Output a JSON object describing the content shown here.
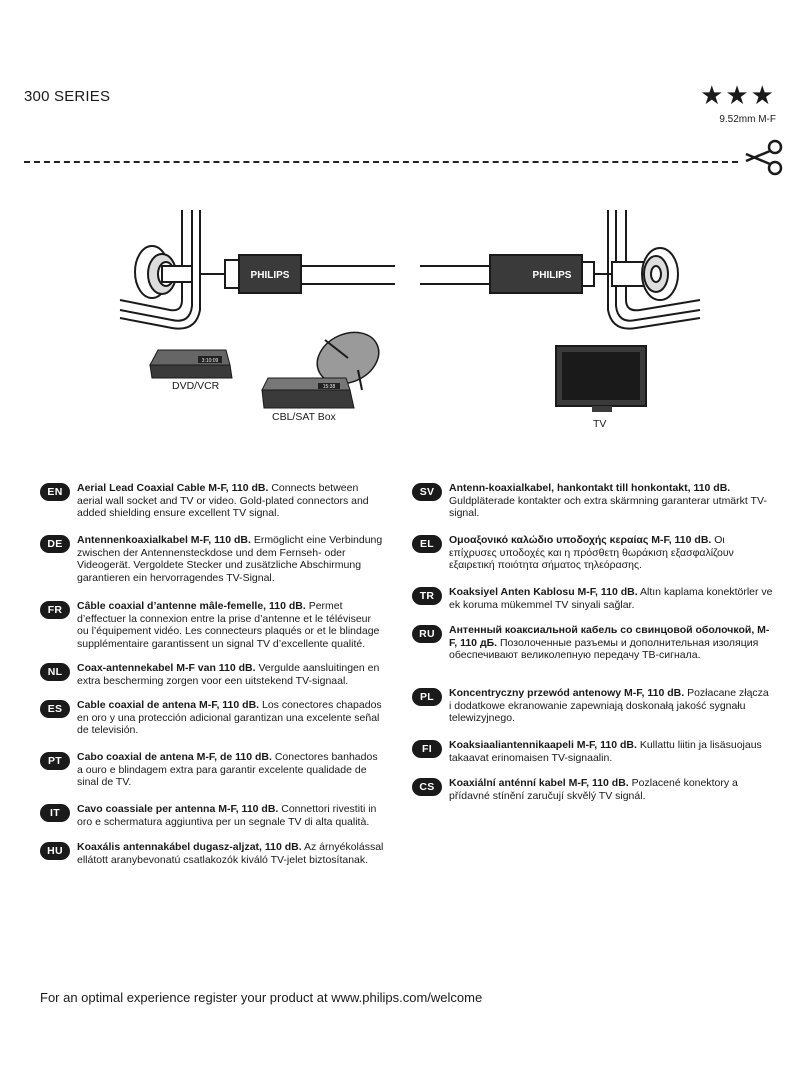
{
  "header": {
    "series": "300 SERIES",
    "rating_stars": "★★★",
    "spec": "9.52mm M-F"
  },
  "illustration": {
    "brand_plug": "PHILIPS",
    "devices": {
      "dvd": "DVD/VCR",
      "dvd_display": "3:10:09",
      "box": "CBL/SAT Box",
      "box_display": "15:38",
      "tv": "TV"
    }
  },
  "left_entries": [
    {
      "code": "EN",
      "title": "Aerial Lead Coaxial Cable M-F, 110 dB.",
      "text": "Connects between aerial wall socket and TV or video. Gold-plated connectors and added shielding ensure excellent TV signal."
    },
    {
      "code": "DE",
      "title": "Antennenkoaxialkabel M-F, 110 dB.",
      "text": "Ermöglicht eine Verbindung zwischen der Antennensteckdose und dem Fernseh- oder Videogerät. Vergoldete Stecker und zusätzliche Abschirmung garantieren ein hervorragendes TV-Signal."
    },
    {
      "code": "FR",
      "title": "Câble coaxial d’antenne mâle-femelle, 110 dB.",
      "text": "Permet d’effectuer la connexion entre la prise d’antenne et le téléviseur ou l’équipement vidéo. Les connecteurs plaqués or et le blindage supplémentaire garantissent un signal TV d’excellente qualité."
    },
    {
      "code": "NL",
      "title": "Coax-antennekabel M-F van 110 dB.",
      "text": "Vergulde aansluitingen en extra bescherming zorgen voor een uitstekend TV-signaal."
    },
    {
      "code": "ES",
      "title": "Cable coaxial de antena M-F, 110 dB.",
      "text": "Los conectores chapados en oro y una protección adicional garantizan una excelente señal de televisión."
    },
    {
      "code": "PT",
      "title": "Cabo coaxial de antena M-F, de 110 dB.",
      "text": "Conectores banhados a ouro e blindagem extra para garantir excelente qualidade de sinal de TV."
    },
    {
      "code": "IT",
      "title": "Cavo coassiale per antenna M-F, 110 dB.",
      "text": "Connettori rivestiti in oro e schermatura aggiuntiva per un segnale TV di alta qualità."
    },
    {
      "code": "HU",
      "title": "Koaxális antennakábel dugasz-aljzat, 110 dB.",
      "text": "Az árnyékolással ellátott aranybevonatú csatlakozók kiváló TV-jelet biztosítanak."
    }
  ],
  "right_entries": [
    {
      "code": "SV",
      "title": "Antenn-koaxialkabel, hankontakt till honkontakt, 110 dB.",
      "text": "Guldpläterade kontakter och extra skärmning garanterar utmärkt TV-signal."
    },
    {
      "code": "EL",
      "title": "Ομοαξονικό καλώδιο υποδοχής κεραίας M-F, 110 dB.",
      "text": "Οι επίχρυσες υποδοχές και η πρόσθετη θωράκιση εξασφαλίζουν εξαιρετική ποιότητα σήματος τηλεόρασης."
    },
    {
      "code": "TR",
      "title": "Koaksiyel Anten Kablosu M-F, 110 dB.",
      "text": "Altın kaplama konektörler ve ek koruma mükemmel TV sinyali sağlar."
    },
    {
      "code": "RU",
      "title": "Антенный коаксиальной кабель со свинцовой оболочкой, M-F, 110 дБ.",
      "text": "Позолоченные разъемы и дополнительная изоляция обеспечивают великолепную передачу ТВ-сигнала."
    },
    {
      "code": "PL",
      "title": "Koncentryczny przewód antenowy M-F, 110 dB.",
      "text": "Pozłacane złącza i dodatkowe ekranowanie zapewniają doskonałą jakość sygnału telewizyjnego."
    },
    {
      "code": "FI",
      "title": "Koaksiaaliantennikaapeli M-F, 110 dB.",
      "text": "Kullattu liitin ja lisäsuojaus takaavat erinomaisen TV-signaalin."
    },
    {
      "code": "CS",
      "title": "Koaxiální anténní kabel M-F, 110 dB.",
      "text": "Pozlacené konektory a přídavné stínění zaručují skvělý TV signál."
    }
  ],
  "footer": {
    "text": "For an optimal experience register your product at www.philips.com/welcome"
  }
}
